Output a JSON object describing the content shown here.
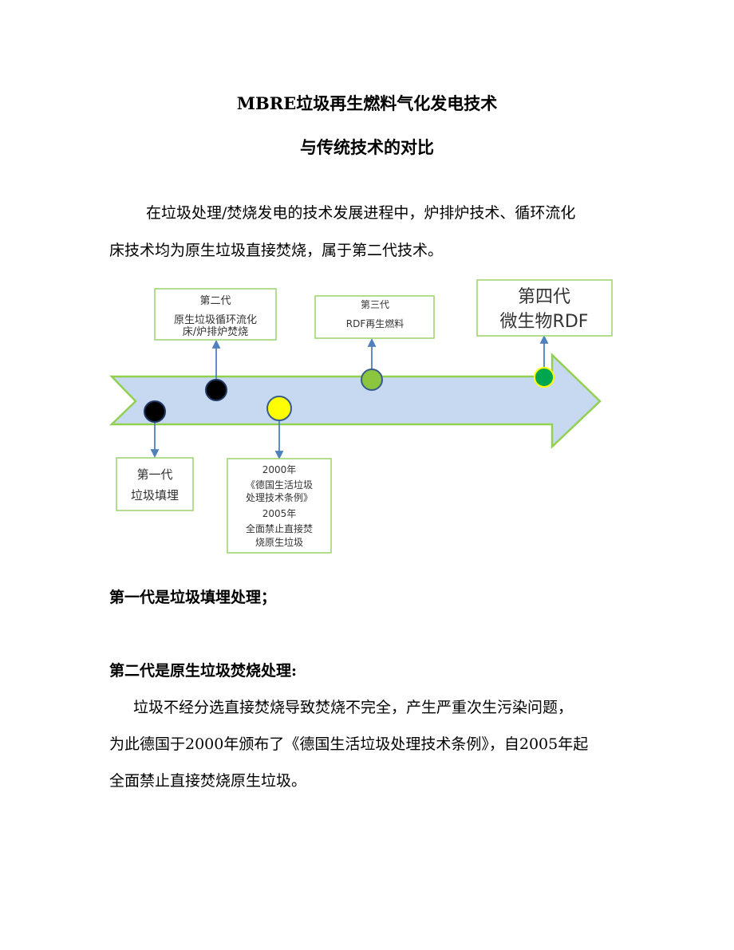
{
  "title_line1": "MBRE垃圾再生燃料气化发电技术",
  "title_line2": "与传统技术的对比",
  "intro": [
    "在垃圾处理/焚烧发电的技术发展进程中，炉排炉技术、循环流化",
    "床技术均为原生垃圾直接焚烧，属于第二代技术。"
  ],
  "diagram": {
    "gen1": [
      "第一代",
      "垃圾填埋"
    ],
    "gen2": [
      "第二代",
      "原生垃圾循环流化",
      "床/炉排炉焚烧"
    ],
    "gen3": [
      "第三代",
      "RDF再生燃料"
    ],
    "gen4": [
      "第四代",
      "微生物RDF"
    ],
    "law": [
      "2000年",
      "《德国生活垃圾",
      "处理技术条例》",
      "2005年",
      "全面禁止直接焚",
      "烧原生垃圾"
    ],
    "colors": {
      "arrow_fill": "#c6d9f1",
      "arrow_stroke": "#92d050",
      "box_stroke": "#9bd46a",
      "connector": "#4f81bd",
      "black_dot": "#000000",
      "yellow_dot": "#ffff00",
      "light_green_dot": "#8cc63f",
      "green_dot": "#00a550"
    }
  },
  "heading1": "第一代是垃圾填埋处理；",
  "heading2": "第二代是原生垃圾焚烧处理:",
  "body": [
    "垃圾不经分选直接焚烧导致焚烧不完全，产生严重次生污染问题，",
    "为此德国于2000年颁布了《德国生活垃圾处理技术条例》，自2005年起",
    "全面禁止直接焚烧原生垃圾。"
  ]
}
